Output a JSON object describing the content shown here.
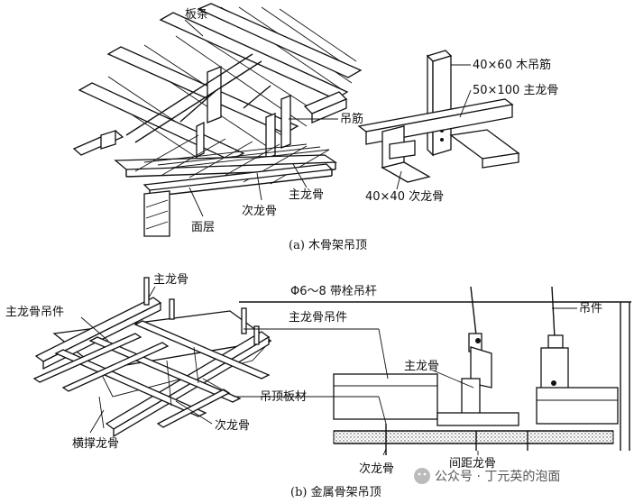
{
  "diagram_a": {
    "caption": "(a) 木骨架吊顶",
    "labels": {
      "slats": "板条",
      "hanger_bar": "吊筋",
      "main_joist": "主龙骨",
      "secondary_joist": "次龙骨",
      "surface_layer": "面层",
      "wood_hanger_size": "40×60 木吊筋",
      "main_joist_size": "50×100 主龙骨",
      "secondary_joist_size": "40×40 次龙骨"
    }
  },
  "diagram_b": {
    "caption": "(b) 金属骨架吊顶",
    "labels": {
      "main_joist_top": "主龙骨",
      "main_joist_hanger_left": "主龙骨吊件",
      "bolt_rod": "Φ6～8 带栓吊杆",
      "main_joist_hanger_center": "主龙骨吊件",
      "hanger": "吊件",
      "main_joist_section": "主龙骨",
      "ceiling_board": "吊顶板材",
      "secondary_joist_left": "次龙骨",
      "cross_brace_joist": "横撑龙骨",
      "secondary_joist_section": "次龙骨",
      "spacing_joist": "间距龙骨"
    }
  },
  "watermark": "公众号 · 丁元英的泡面"
}
